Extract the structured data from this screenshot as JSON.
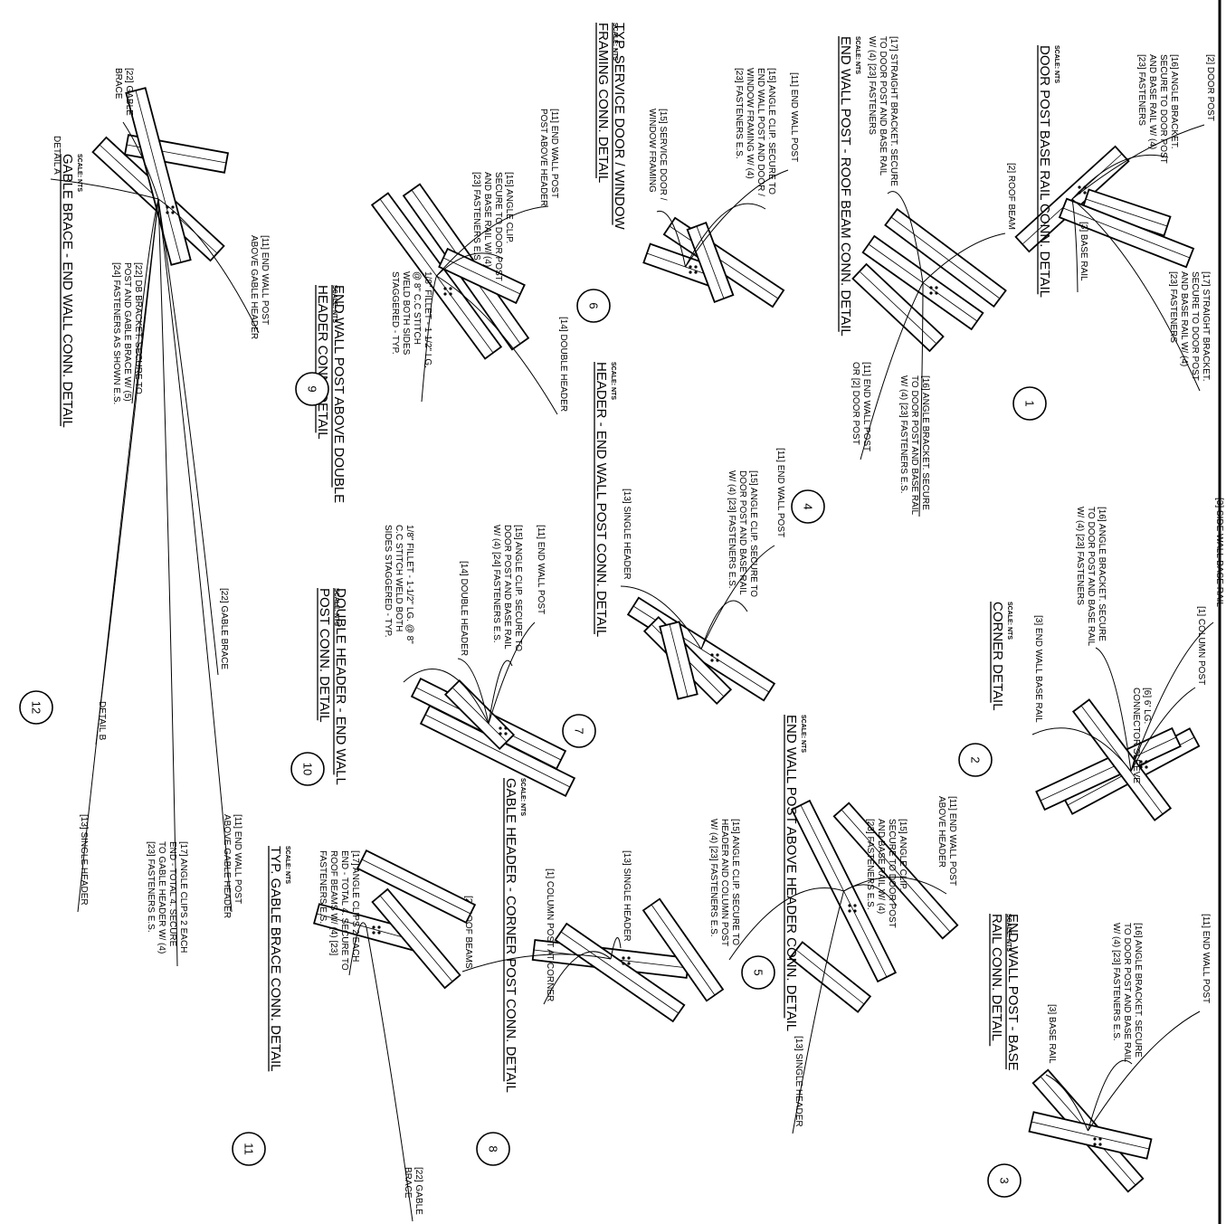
{
  "details": [
    {
      "number": "1",
      "title": [
        "DOOR POST BASE RAIL CONN. DETAIL"
      ],
      "scale": "SCALE: NTS",
      "labels": [
        {
          "lines": [
            "[2] DOOR POST"
          ]
        },
        {
          "lines": [
            "[16] ANGLE BRACKET.",
            "SECURE TO DOOR POST",
            "AND BASE RAIL W/ (4)",
            "[23] FASTENERS"
          ]
        },
        {
          "lines": [
            "[3] BASE RAIL"
          ]
        },
        {
          "lines": [
            "[17] STRAIGHT BRACKET.",
            "SECURE TO DOOR POST",
            "AND BASE RAIL W/ (4)",
            "[23] FASTENERS"
          ]
        }
      ]
    },
    {
      "number": "2",
      "title": [
        "CORNER DETAIL"
      ],
      "scale": "SCALE: NTS",
      "labels": [
        {
          "lines": [
            "[3] SIDE WALL BASE RAIL"
          ]
        },
        {
          "lines": [
            "[1] COLUMN POST"
          ]
        },
        {
          "lines": [
            "[6] 6' LG.",
            "CONNECTOR SLEEVE"
          ]
        },
        {
          "lines": [
            "[16] ANGLE BRACKET. SECURE",
            "TO DOOR POST AND BASE RAIL",
            "W/ (4) [23] FASTENERS"
          ]
        },
        {
          "lines": [
            "[3] END WALL BASE RAIL"
          ]
        }
      ]
    },
    {
      "number": "3",
      "title": [
        "END WALL POST - BASE",
        "RAIL CONN. DETAIL"
      ],
      "scale": "SCALE: NTS",
      "labels": [
        {
          "lines": [
            "[11] END WALL POST"
          ]
        },
        {
          "lines": [
            "[16] ANGLE BRACKET. SECURE",
            "TO DOOR POST AND BASE RAIL",
            "W/ (4) [23] FASTENERS E.S."
          ]
        },
        {
          "lines": [
            "[3] BASE RAIL"
          ]
        }
      ]
    },
    {
      "number": "4",
      "title": [
        "END WALL POST - ROOF BEAM CONN. DETAIL"
      ],
      "scale": "SCALE: NTS",
      "labels": [
        {
          "lines": [
            "[2] ROOF BEAM"
          ]
        },
        {
          "lines": [
            "[17] STRAIGHT BRACKET. SECURE",
            "TO DOOR POST AND BASE RAIL",
            "W/ (4) [23] FASTENERS"
          ]
        },
        {
          "lines": [
            "[11] END WALL POST",
            "OR [2] DOOR POST"
          ]
        },
        {
          "lines": [
            "[16] ANGLE BRACKET. SECURE",
            "TO DOOR POST AND BASE RAIL",
            "W/ (4) [23] FASTENERS E.S."
          ]
        }
      ]
    },
    {
      "number": "5",
      "title": [
        "END WALL POST ABOVE HEADER CONN. DETAIL"
      ],
      "scale": "SCALE: NTS",
      "labels": [
        {
          "lines": [
            "[11] END WALL POST",
            "ABOVE HEADER"
          ]
        },
        {
          "lines": [
            "[15] ANGLE CLIP.",
            "SECURE TO DOOR POST",
            "AND BASE RAIL W/ (4)",
            "[23] FASTENERS E.S."
          ]
        },
        {
          "lines": [
            "[15] ANGLE CLIP. SECURE TO",
            "HEADER AND COLUMN POST",
            "W/ (4) [23] FASTENERS E.S."
          ]
        },
        {
          "lines": [
            "[13] SINGLE HEADER"
          ]
        }
      ]
    },
    {
      "number": "6",
      "title": [
        "TYP. SERVICE DOOR / WINDOW",
        "FRAMING CONN. DETAIL"
      ],
      "scale": "SCALE: NTS",
      "labels": [
        {
          "lines": [
            "[11] END WALL POST"
          ]
        },
        {
          "lines": [
            "[15] ANGLE CLIP. SECURE TO",
            "END WALL POST AND DOOR /",
            "WINDOW FRAMING W/ (4)",
            "[23] FASTENERS E.S."
          ]
        },
        {
          "lines": [
            "[15] SERVICE DOOR /",
            "WINDOW FRAMING"
          ]
        }
      ]
    },
    {
      "number": "7",
      "title": [
        "HEADER - END WALL POST CONN. DETAIL"
      ],
      "scale": "SCALE: NTS",
      "labels": [
        {
          "lines": [
            "[11] END WALL POST"
          ]
        },
        {
          "lines": [
            "[15] ANGLE CLIP. SECURE TO",
            "DOOR POST AND BASE RAIL",
            "W/ (4) [23] FASTENERS E.S."
          ]
        },
        {
          "lines": [
            "[13] SINGLE HEADER"
          ]
        }
      ]
    },
    {
      "number": "8",
      "title": [
        "GABLE HEADER - CORNER POST CONN. DETAIL"
      ],
      "scale": "SCALE: NTS",
      "labels": [
        {
          "lines": [
            "[13] SINGLE HEADER"
          ]
        },
        {
          "lines": [
            "[1] COLUMN POST AT CORNER"
          ]
        },
        {
          "lines": [
            "[2] ROOF BEAMS"
          ]
        }
      ]
    },
    {
      "number": "9",
      "title": [
        "END WALL POST ABOVE DOUBLE",
        "HEADER CONN. DETAIL"
      ],
      "scale": "SCALE: NTS",
      "labels": [
        {
          "lines": [
            "[11] END WALL POST",
            "POST ABOVE HEADER"
          ]
        },
        {
          "lines": [
            "[15] ANGLE CLIP.",
            "SECURE TO DOOR POST",
            "AND BASE RAIL W/ (4)",
            "[23] FASTENERS E.S."
          ]
        },
        {
          "lines": [
            "[14] DOUBLE HEADER"
          ]
        },
        {
          "lines": [
            "1/8\" FILLET - 1-1/2\" LG.",
            "@ 8\" C.C STITCH",
            "WELD BOTH SIDES",
            "STAGGERED - TYP."
          ]
        }
      ]
    },
    {
      "number": "10",
      "title": [
        "DOUBLE HEADER - END WALL",
        "POST CONN. DETAIL"
      ],
      "scale": "SCALE: NTS",
      "labels": [
        {
          "lines": [
            "[11] END WALL POST"
          ]
        },
        {
          "lines": [
            "[15] ANGLE CLIP. SECURE TO",
            "DOOR POST AND BASE RAIL",
            "W/ (4) [24] FASTENERS E.S."
          ]
        },
        {
          "lines": [
            "[14] DOUBLE HEADER"
          ]
        },
        {
          "lines": [
            "1/8\" FILLET - 1-1/2\" LG. @ 8\"",
            "C.C STITCH WELD BOTH",
            "SIDES STAGGERED - TYP."
          ]
        }
      ]
    },
    {
      "number": "11",
      "title": [
        "TYP. GABLE BRACE CONN. DETAIL"
      ],
      "scale": "SCALE: NTS",
      "labels": [
        {
          "lines": [
            "[17] ANGLE CLIPS 2 EACH",
            "END - TOTAL 4. SECURE TO",
            "ROOF BEAMS W/ (4) [23]",
            "FASTENERS E.S."
          ]
        },
        {
          "lines": [
            "[22] GABLE",
            "BRACE"
          ]
        }
      ]
    },
    {
      "number": "12",
      "title": [
        "GABLE BRACE - END WALL CONN. DETAIL"
      ],
      "scale": "SCALE: NTS",
      "labels": [
        {
          "lines": [
            "[22] GABLE",
            "BRACE"
          ]
        },
        {
          "lines": [
            "DETAIL A"
          ]
        },
        {
          "lines": [
            "[11] END WALL POST",
            "ABOVE GABLE HEADER"
          ]
        },
        {
          "lines": [
            "[22] DB BRACKET. SECURE TO",
            "POST AND GABLE BRACE W/ (5)",
            "[24] FASTENERS AS SHOWN E.S."
          ]
        },
        {
          "lines": [
            "[22] GABLE BRACE"
          ]
        },
        {
          "lines": [
            "DETAIL B"
          ]
        },
        {
          "lines": [
            "[11] END WALL POST",
            "ABOVE GABLE HEADER"
          ]
        },
        {
          "lines": [
            "[17] ANGLE CLIPS 2 EACH",
            "END - TOTAL 4. SECURE",
            "TO GABLE HEADER W/ (4)",
            "[23] FASTENERS E.S."
          ]
        },
        {
          "lines": [
            "[13] SINGLE HEADER"
          ]
        }
      ]
    }
  ]
}
